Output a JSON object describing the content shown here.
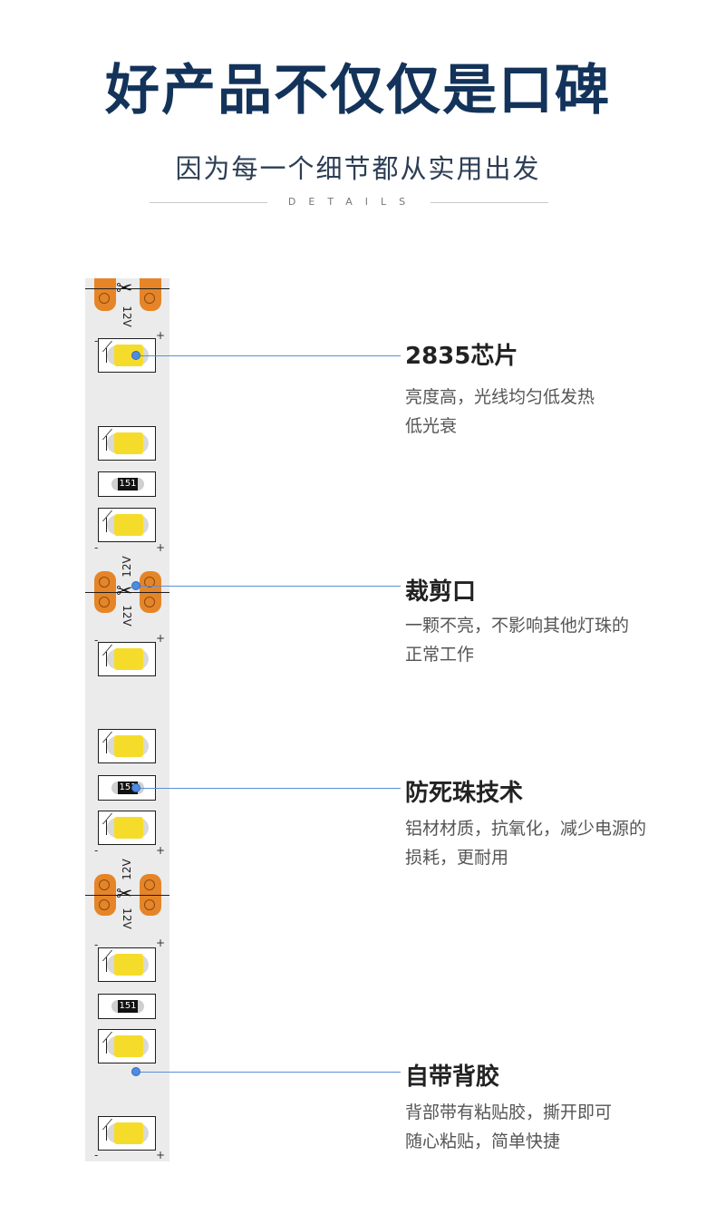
{
  "header": {
    "title": "好产品不仅仅是口碑",
    "subtitle": "因为每一个细节都从实用出发",
    "tagline": "DETAILS"
  },
  "strip": {
    "voltage": "12V",
    "resistor_code": "151",
    "plus_sign": "+",
    "minus_sign": "-"
  },
  "features": [
    {
      "title": "2835芯片",
      "lines": [
        "亮度高，光线均匀低发热",
        "低光衰"
      ]
    },
    {
      "title": "裁剪口",
      "lines": [
        "一颗不亮，不影响其他灯珠的",
        "正常工作"
      ]
    },
    {
      "title": "防死珠技术",
      "lines": [
        "铝材材质，抗氧化，减少电源的",
        "损耗，更耐用"
      ]
    },
    {
      "title": "自带背胶",
      "lines": [
        "背部带有粘贴胶，撕开即可",
        "随心粘贴，简单快捷"
      ]
    }
  ],
  "colors": {
    "title": "#13335a",
    "accent": "#4f8be0",
    "led_chip": "#f6dc2a",
    "pad": "#e58528",
    "strip": "#ebebeb"
  }
}
